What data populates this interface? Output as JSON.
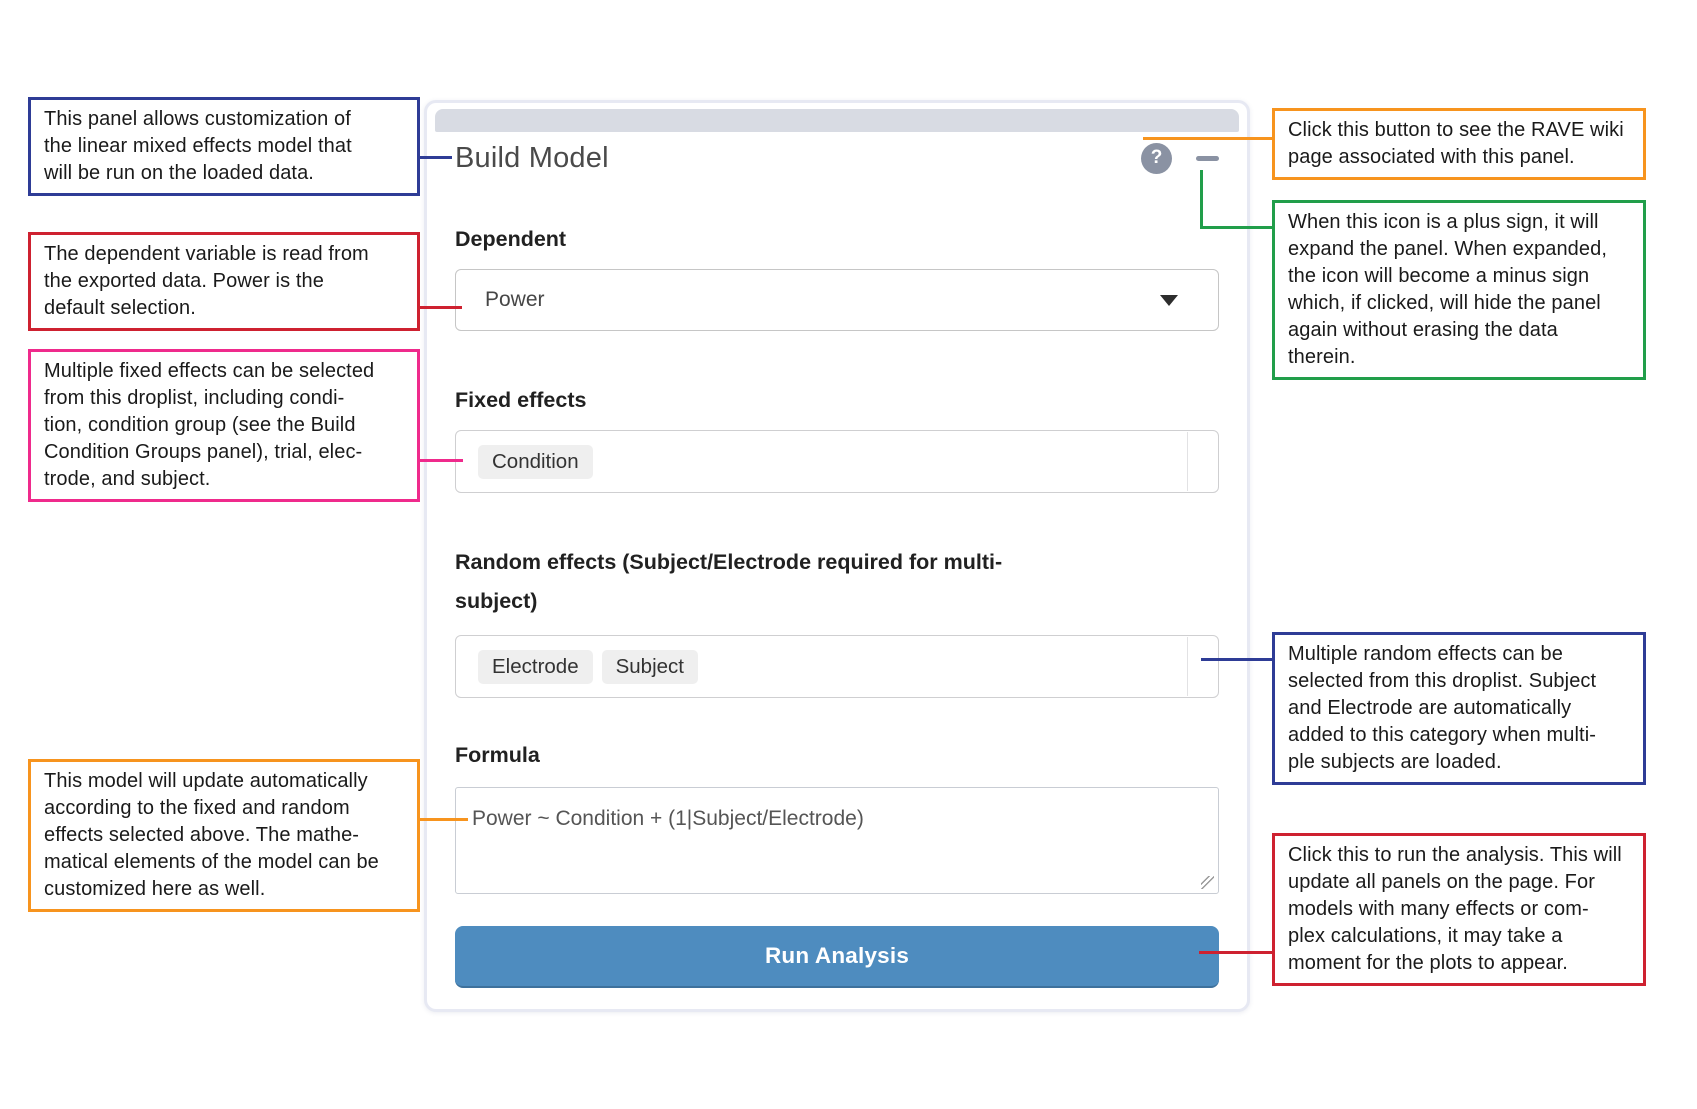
{
  "panel": {
    "title": "Build Model",
    "help_icon_glyph": "?",
    "fields": {
      "dependent": {
        "label": "Dependent",
        "value": "Power"
      },
      "fixed_effects": {
        "label": "Fixed effects",
        "tags": [
          "Condition"
        ]
      },
      "random_effects": {
        "label": "Random effects (Subject/Electrode required for multi-\nsubject)",
        "tags": [
          "Electrode",
          "Subject"
        ]
      },
      "formula": {
        "label": "Formula",
        "value": "Power ~ Condition + (1|Subject/Electrode)"
      }
    },
    "run_button_label": "Run Analysis"
  },
  "annotations": {
    "left": [
      {
        "id": "panel-purpose",
        "color": "#2e3c96",
        "text": "This panel allows customization of\nthe linear mixed effects model that\nwill be run on the loaded data."
      },
      {
        "id": "dependent-note",
        "color": "#ce2130",
        "text": "The dependent variable is read from\nthe exported data. Power is the\ndefault selection."
      },
      {
        "id": "fixed-effects-note",
        "color": "#ef2a8c",
        "text": "Multiple fixed effects can be selected\nfrom this droplist, including condi-\ntion, condition group (see the Build\nCondition Groups panel), trial, elec-\ntrode, and subject."
      },
      {
        "id": "formula-note",
        "color": "#f7941e",
        "text": "This model will update automatically\naccording to the fixed and random\neffects selected above. The mathe-\nmatical elements of the model can be\ncustomized here as well."
      }
    ],
    "right": [
      {
        "id": "help-note",
        "color": "#f7941e",
        "text": "Click this button to see the RAVE wiki\npage associated with this panel."
      },
      {
        "id": "collapse-note",
        "color": "#219e4a",
        "text": "When this icon is a plus sign, it will\nexpand the panel. When expanded,\nthe icon will become a minus sign\nwhich, if clicked, will hide the panel\nagain without erasing the data\ntherein."
      },
      {
        "id": "random-effects-note",
        "color": "#2e3c96",
        "text": "Multiple random effects can be\nselected from this droplist. Subject\nand Electrode are automatically\nadded to this category when multi-\nple subjects are loaded."
      },
      {
        "id": "run-note",
        "color": "#ce2130",
        "text": "Click this to run the analysis. This will\nupdate all panels on the page. For\nmodels with many effects or com-\nplex calculations, it may take a\nmoment for the plots to appear."
      }
    ]
  },
  "colors": {
    "run_button": "#4e8cbf",
    "icon_gray": "#8a92a3",
    "panel_strip": "#d8dbe3",
    "tag_background": "#efefef"
  }
}
